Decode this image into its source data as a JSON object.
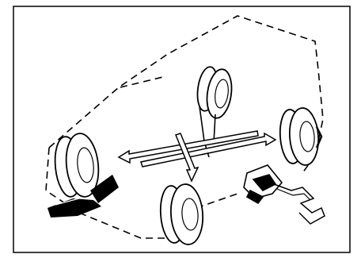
{
  "figure": {
    "frame_color": "#000000",
    "line_color": "#000000",
    "background": "#ffffff",
    "components": {
      "vehicle_outline": "dashed-car-body-outline",
      "wheels": [
        "front-left",
        "rear-left",
        "rear-right",
        "spare"
      ],
      "rotation_arrows": [
        "front-left-to-rear-right",
        "rear-left-to-front-right"
      ],
      "tools": [
        "wheel-chock",
        "jack"
      ]
    }
  }
}
